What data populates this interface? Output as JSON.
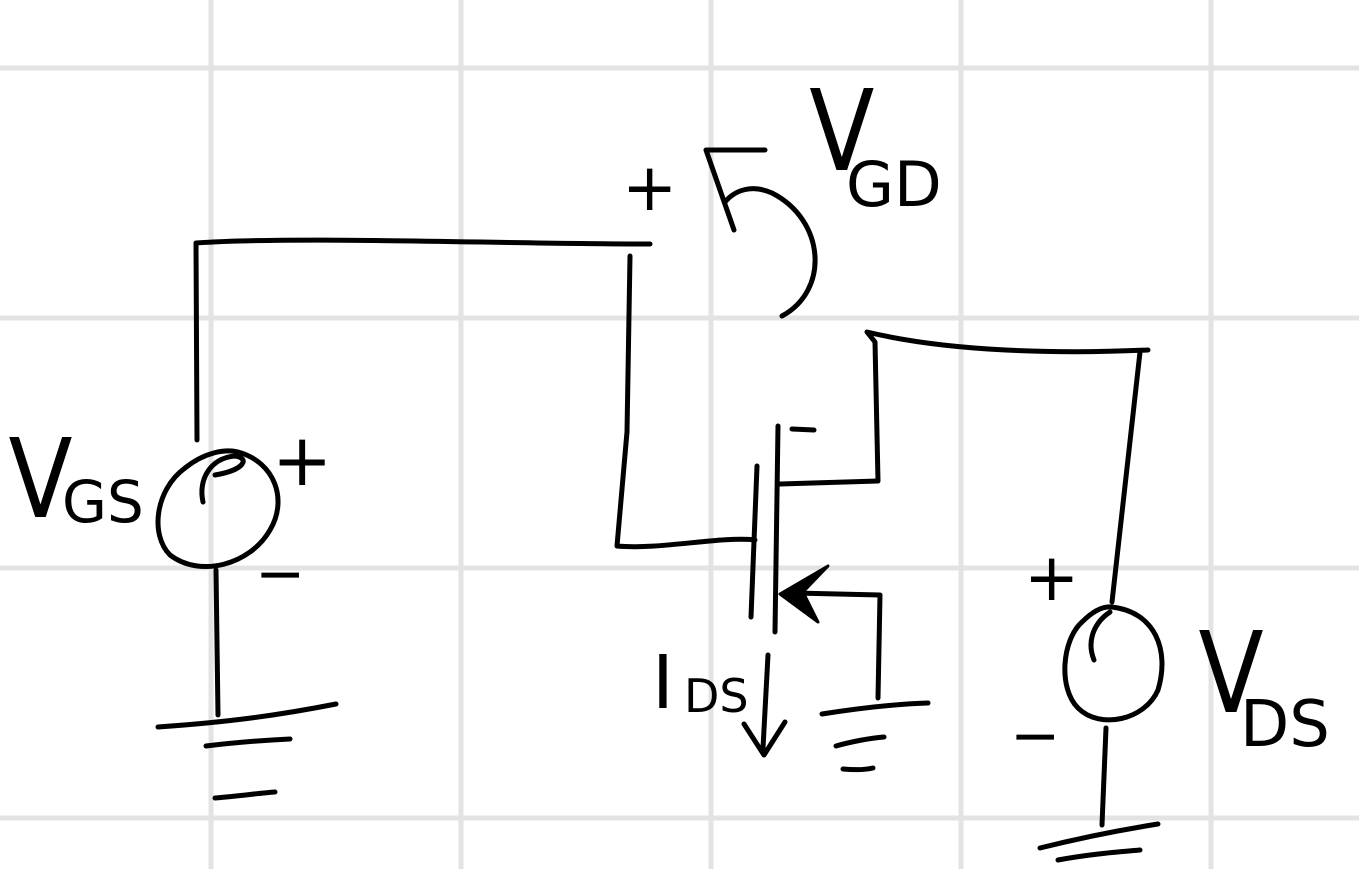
{
  "colors": {
    "background": "#ffffff",
    "grid": "#e3e3e3",
    "ink": "#000000"
  },
  "labels": {
    "vgs_main": "V",
    "vgs_sub": "GS",
    "vgd_main": "V",
    "vgd_sub": "GD",
    "vds_main": "V",
    "vds_sub": "DS",
    "ids_main": "I",
    "ids_sub": "DS",
    "vgs_plus": "+",
    "vgs_minus": "−",
    "vds_plus": "+",
    "vds_minus": "−",
    "vgd_plus": "+",
    "vgd_minus": "−"
  }
}
